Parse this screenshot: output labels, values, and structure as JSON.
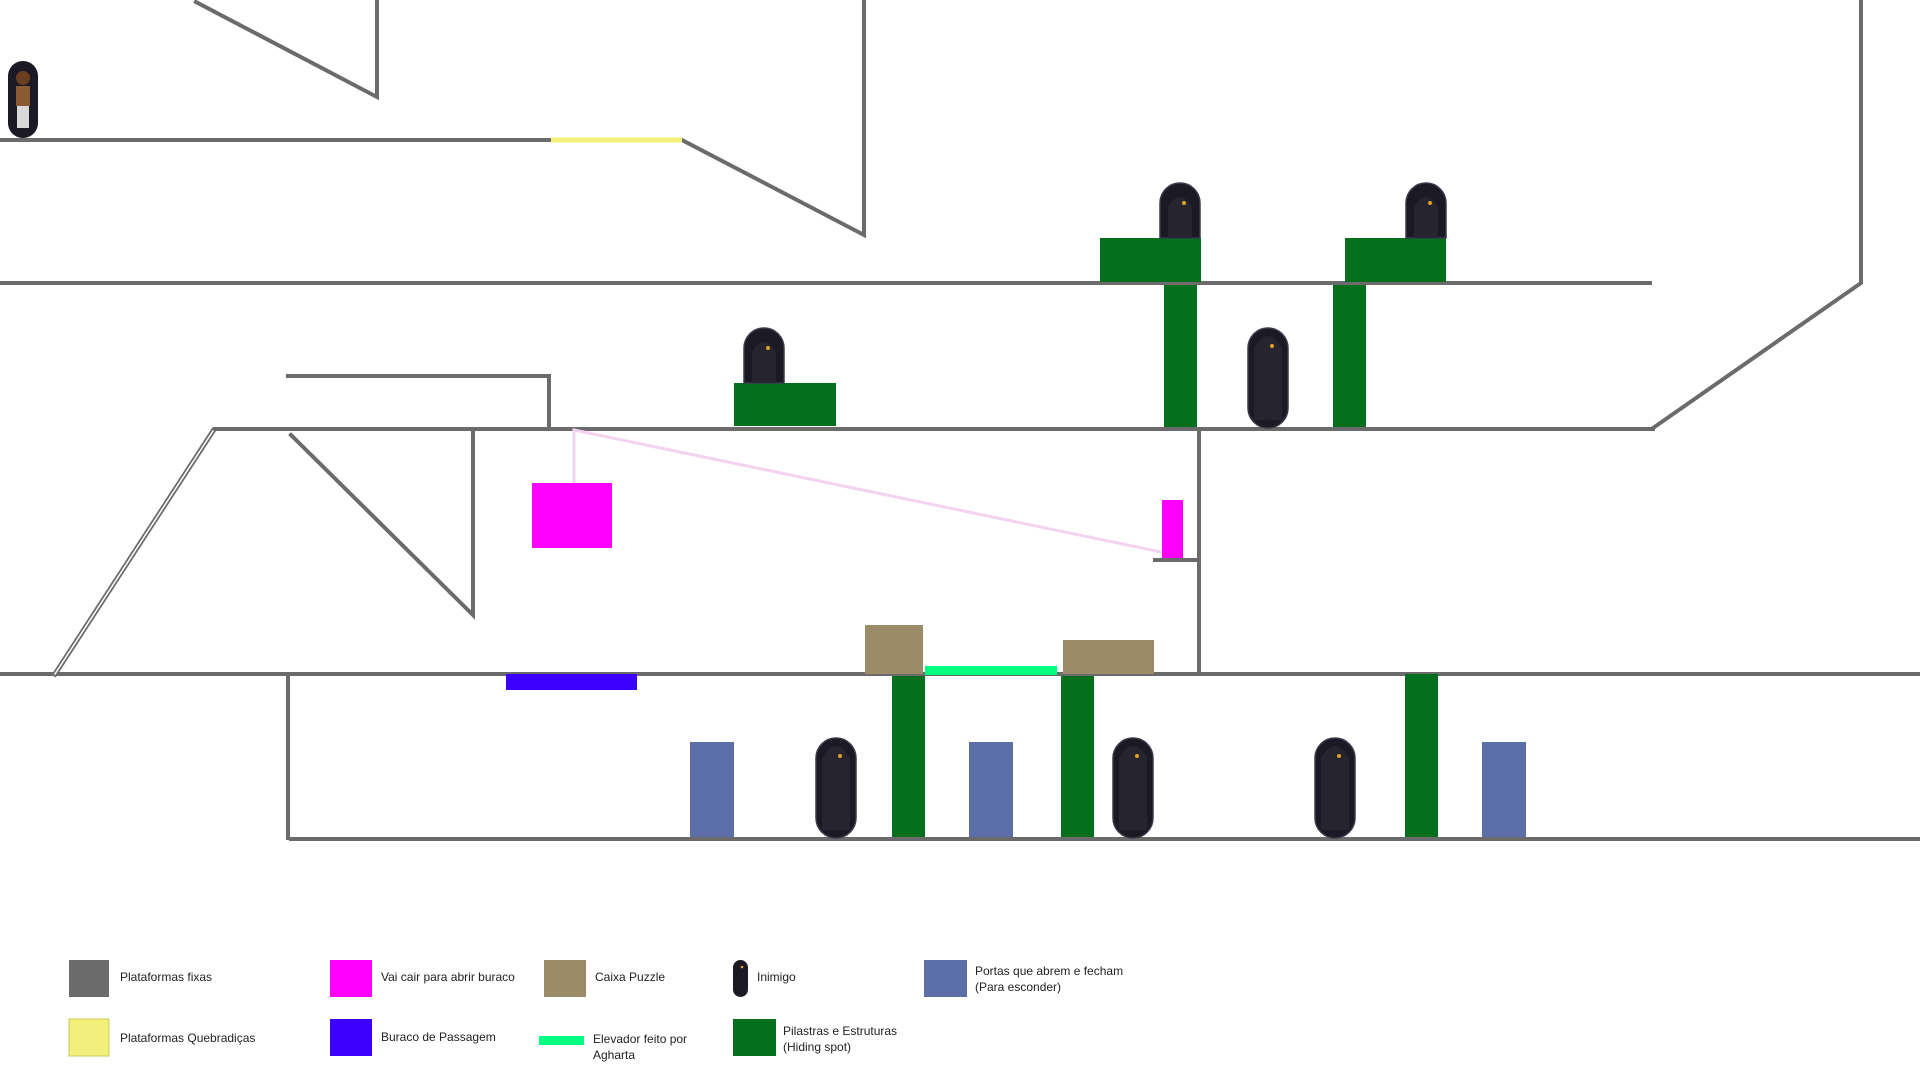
{
  "colors": {
    "fixed": "#6b6b6b",
    "breakable": "#f2f07a",
    "falling": "#ff00ff",
    "hole": "#3b00ff",
    "puzzle_box": "#9b8b66",
    "elevator": "#00ff80",
    "pillar": "#04701e",
    "door": "#5c6ea8",
    "enemy": "#1b1a24",
    "rope": "#f3d3f0"
  },
  "legend": {
    "fixed": "Plataformas fixas",
    "breakable": "Plataformas Quebradiças",
    "falling": "Vai cair para abrir buraco",
    "hole": "Buraco de Passagem",
    "puzzle_box": "Caixa Puzzle",
    "elevator_line1": "Elevador feito por",
    "elevator_line2": "Agharta",
    "enemy": "Inimigo",
    "pillar_line1": "Pilastras e Estruturas",
    "pillar_line2": "(Hiding spot)",
    "door_line1": "Portas que abrem e fecham",
    "door_line2": "(Para esconder)"
  },
  "icons": {
    "player": "player-character-icon",
    "enemy": "hooded-enemy-icon"
  }
}
